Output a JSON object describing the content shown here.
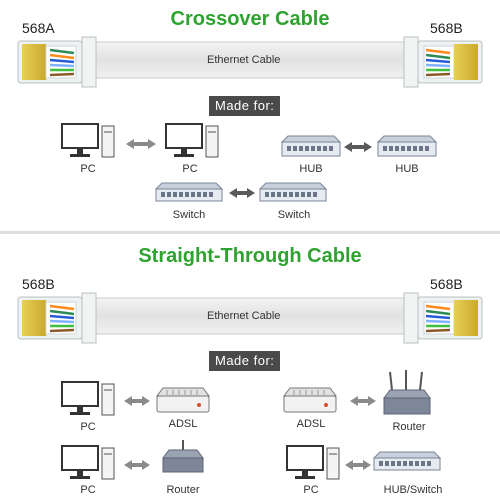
{
  "crossover": {
    "title": "Crossover Cable",
    "left_standard": "568A",
    "right_standard": "568B",
    "cable_label": "Ethernet Cable",
    "made_for": "Made for:",
    "pairs": [
      {
        "left": "PC",
        "right": "PC"
      },
      {
        "left": "HUB",
        "right": "HUB"
      },
      {
        "left": "Switch",
        "right": "Switch"
      }
    ]
  },
  "straight": {
    "title": "Straight-Through Cable",
    "left_standard": "568B",
    "right_standard": "568B",
    "cable_label": "Ethernet Cable",
    "made_for": "Made for:",
    "pairs": [
      {
        "left": "PC",
        "right": "ADSL"
      },
      {
        "left": "ADSL",
        "right": "Router"
      },
      {
        "left": "PC",
        "right": "Router"
      },
      {
        "left": "PC",
        "right": "HUB/Switch"
      }
    ]
  },
  "colors": {
    "title_green": "#2fa32f",
    "banner": "#4a4a4a",
    "arrow": "#8a8a8a",
    "connector_gold": "#d4b640",
    "device_blue_grey": "#8a96a8"
  },
  "icons": {
    "pc": "desktop-computer-icon",
    "hub": "network-hub-icon",
    "switch": "network-switch-icon",
    "adsl": "adsl-modem-icon",
    "router": "wireless-router-icon",
    "arrow": "bidirectional-arrow-icon"
  }
}
